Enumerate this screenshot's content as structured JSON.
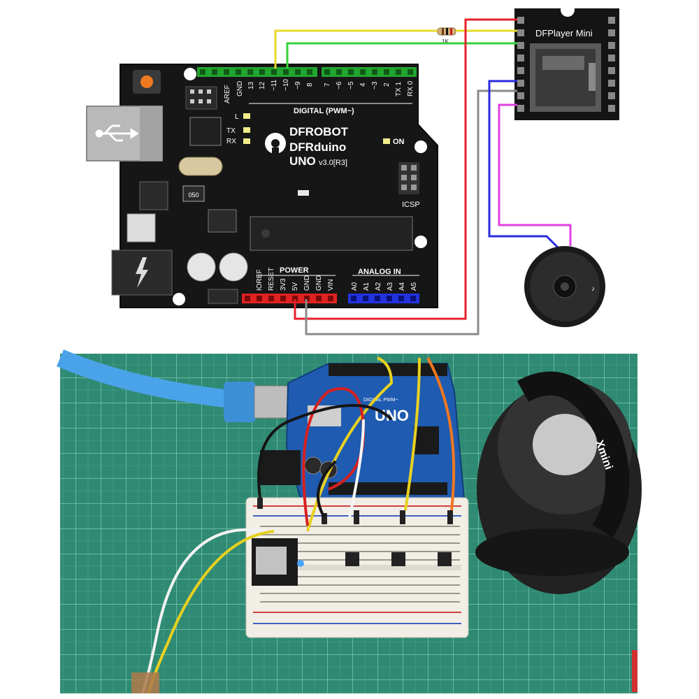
{
  "arduino": {
    "brand": "DFROBOT",
    "model": "DFRduino",
    "board": "UNO",
    "version": "v3.0[R3]",
    "digital_header": "DIGITAL (PWM~)",
    "power_header": "POWER",
    "analog_header": "ANALOG IN",
    "on_label": "ON",
    "icsp_label": "ICSP",
    "l_label": "L",
    "tx_label": "TX",
    "rx_label": "RX",
    "aref": "AREF",
    "gnd": "GND",
    "pin13": "13",
    "pin12": "12",
    "pin11": "~11",
    "pin10": "~10",
    "pin9": "~9",
    "pin8": "8",
    "pin7": "7",
    "pin6": "~6",
    "pin5": "~5",
    "pin4": "4",
    "pin3": "~3",
    "pin2": "2",
    "pin1": "TX 1",
    "pin0": "RX 0",
    "power_pins": [
      "IOREF",
      "RESET",
      "3V3",
      "5V",
      "GND",
      "GND",
      "VIN"
    ],
    "analog_pins": [
      "A0",
      "A1",
      "A2",
      "A3",
      "A4",
      "A5"
    ],
    "crystal_label": "050"
  },
  "dfplayer": {
    "name": "DFPlayer Mini"
  },
  "resistor": {
    "value": "1K"
  },
  "photo": {
    "board_text": "UNO",
    "board_subtext": "DIGITAL PWM~",
    "speaker_text": "Xmini"
  },
  "colors": {
    "red_wire": "#e8202a",
    "yellow_wire": "#e8d82a",
    "green_wire": "#35d13a",
    "blue_wire": "#2a2ae0",
    "magenta_wire": "#e040e0",
    "gray_wire": "#8a8a8a",
    "board": "#1a1a1a",
    "header_green": "#22a52e",
    "header_red": "#e02222",
    "header_blue": "#2233dd",
    "mat_green": "#2f8a73"
  }
}
